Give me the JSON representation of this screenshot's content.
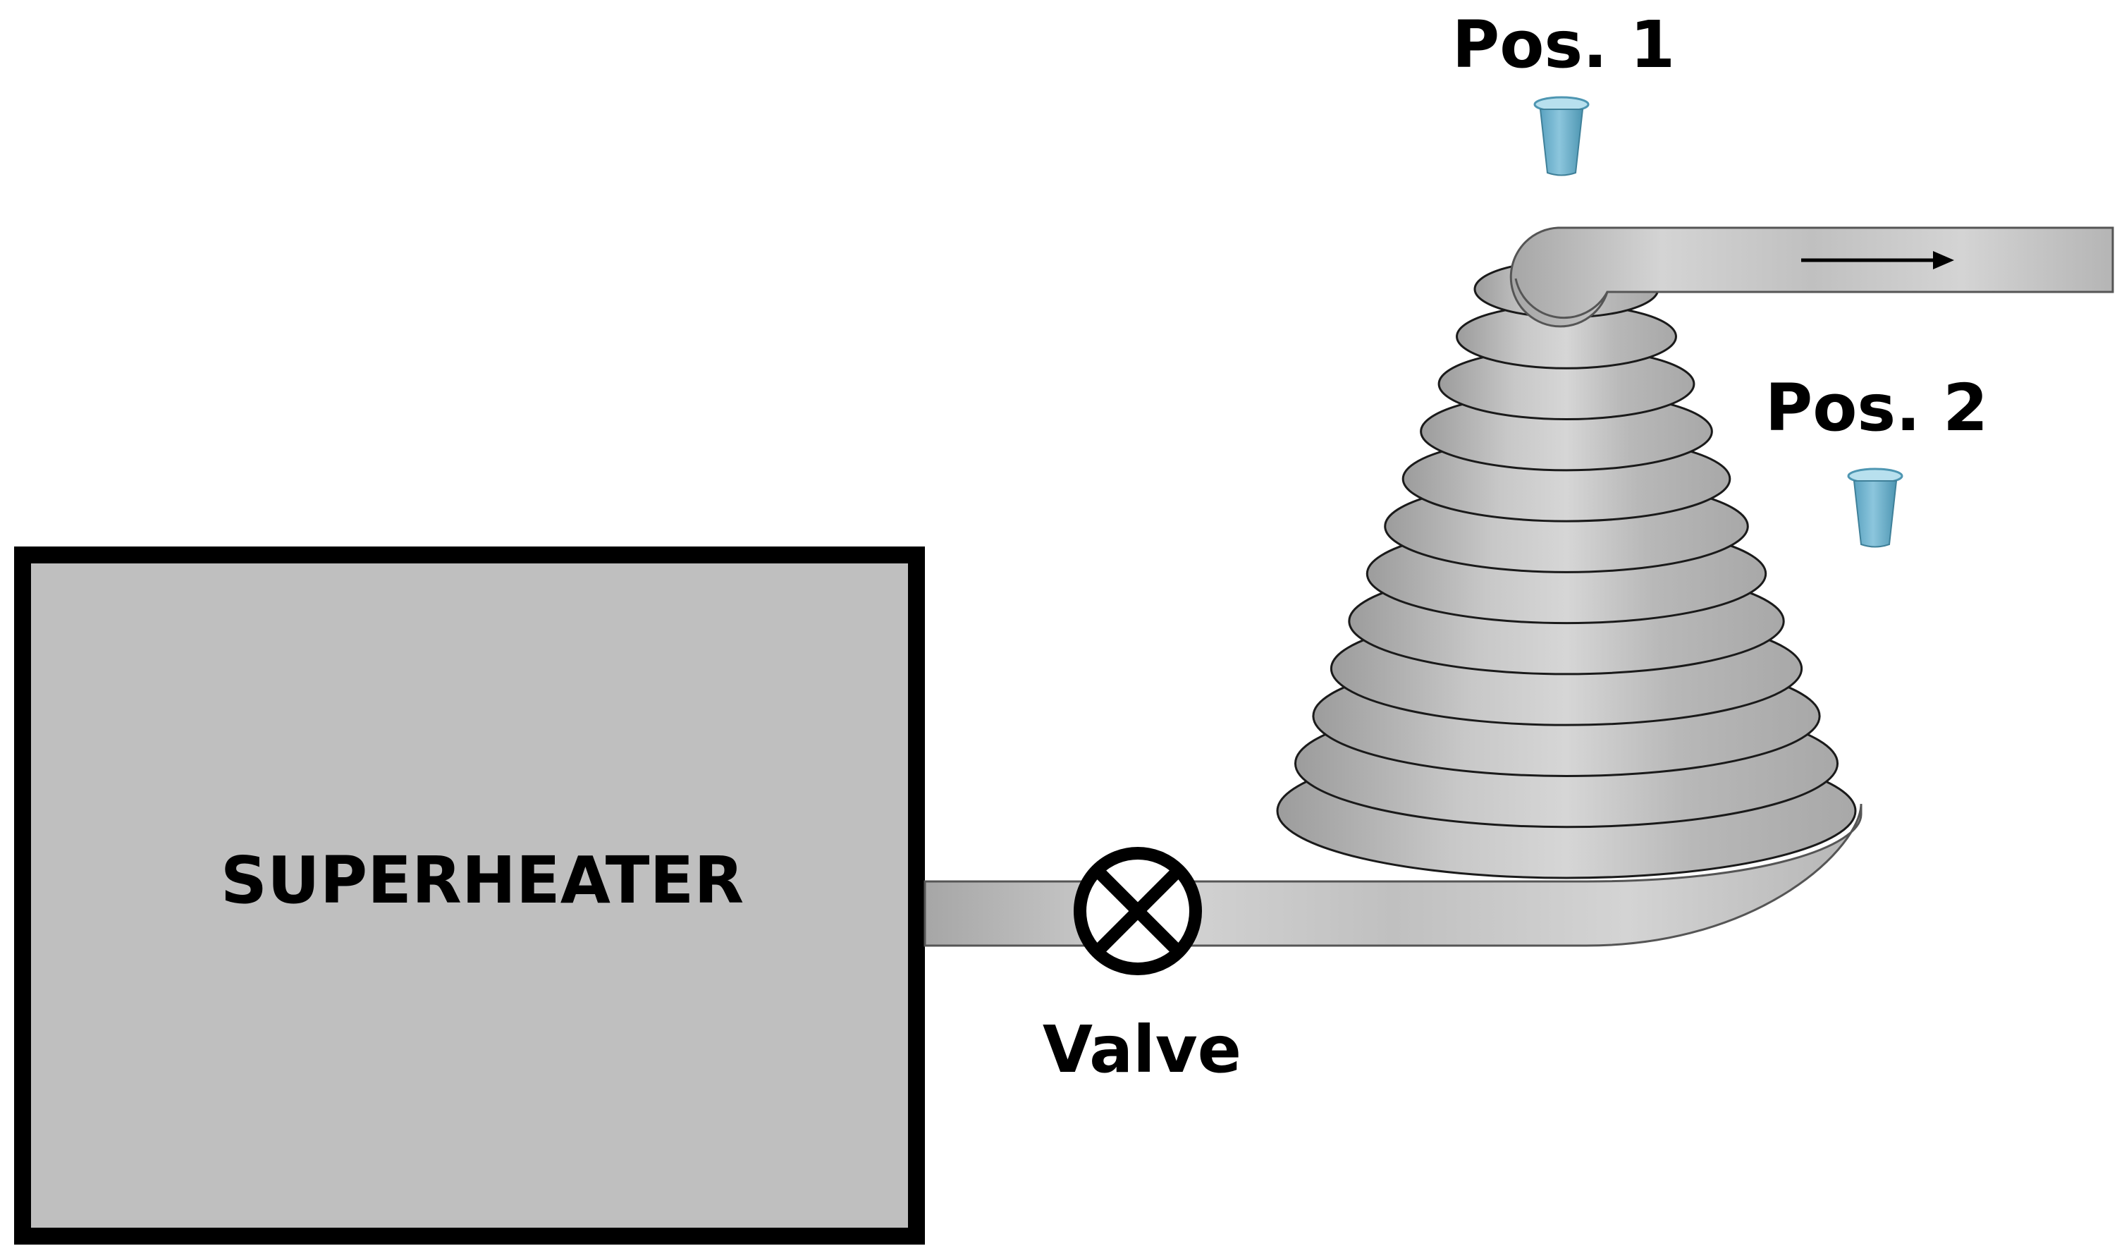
{
  "diagram": {
    "superheater": {
      "label": "SUPERHEATER"
    },
    "valve": {
      "label": "Valve"
    },
    "positions": [
      {
        "label": "Pos. 1"
      },
      {
        "label": "Pos. 2"
      }
    ],
    "flow_direction": "right",
    "colors": {
      "background": "#ffffff",
      "outline": "#000000",
      "superheater_fill": "#bfbfbf",
      "pipe_light": "#d9d9d9",
      "pipe_mid": "#bfbfbf",
      "pipe_dark": "#9a9a9a",
      "sensor_light": "#9fd3e6",
      "sensor_dark": "#4e96b2"
    }
  }
}
